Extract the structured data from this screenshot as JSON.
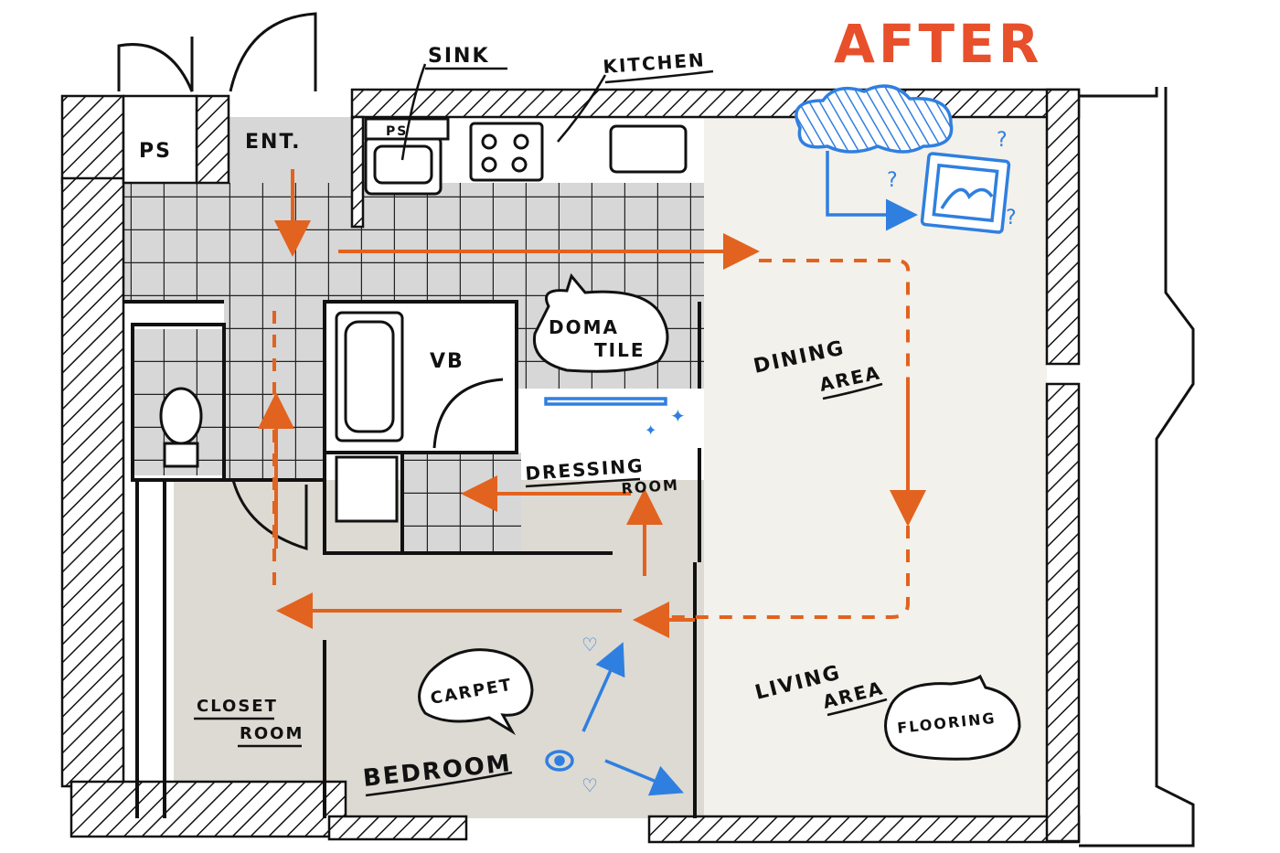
{
  "title": "AFTER",
  "labels": {
    "ps_left": "PS",
    "ent": "ENT.",
    "sink": "SINK",
    "kitchen": "KITCHEN",
    "ps_small": "PS",
    "vb": "VB",
    "doma": "DOMA",
    "tile": "TILE",
    "dining": "DINING",
    "dining_area": "AREA",
    "dressing": "DRESSING",
    "dressing_room": "ROOM",
    "carpet": "CARPET",
    "bedroom": "BEDROOM",
    "closet": "CLOSET",
    "closet_room": "ROOM",
    "living": "LIVING",
    "living_area": "AREA",
    "flooring": "FLOORING"
  },
  "colors": {
    "title": "#e8502b",
    "flow_arrow": "#e2621f",
    "blue_note": "#2f7fe0",
    "tile_fill": "#d7d7d7",
    "carpet_fill": "#dcdad2",
    "flooring_fill": "#f3f1eb",
    "wall": "#111111"
  }
}
